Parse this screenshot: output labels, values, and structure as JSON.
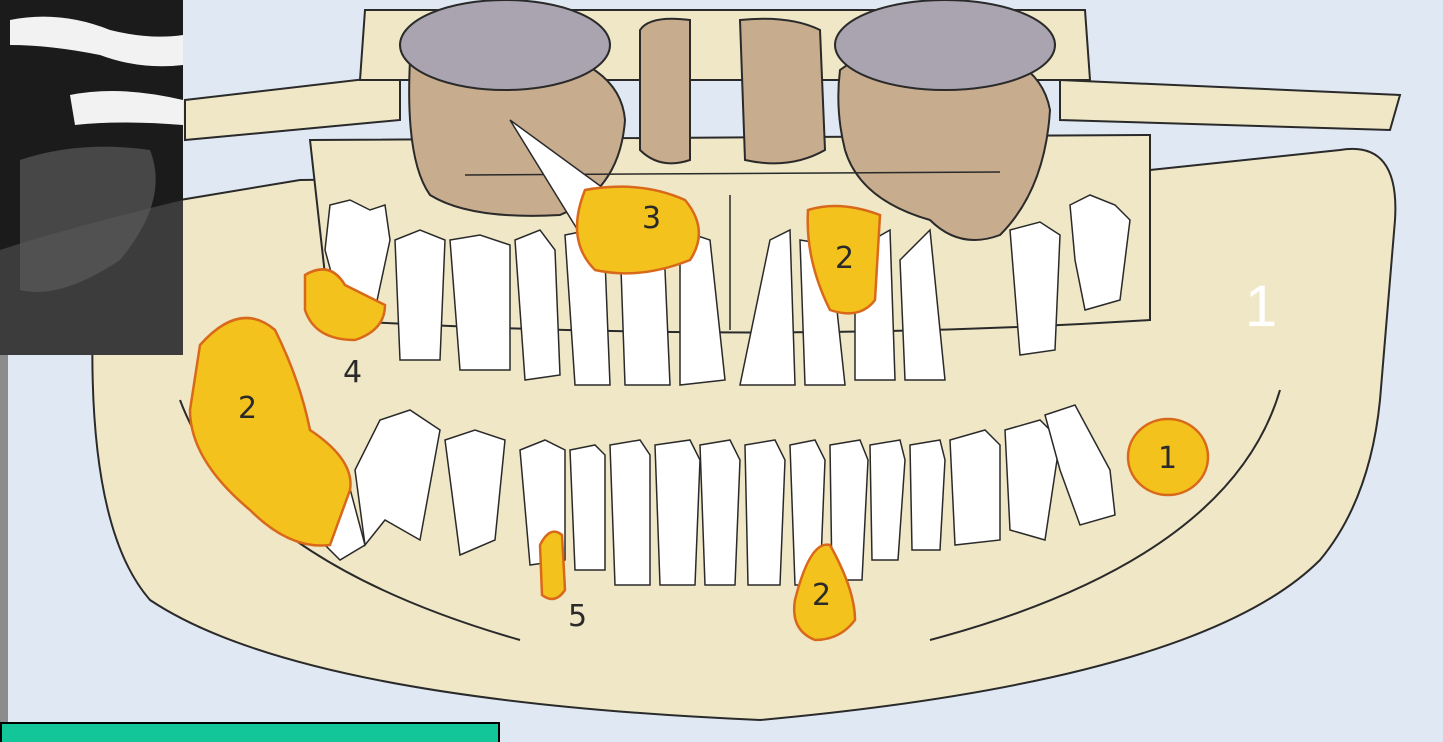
{
  "slide_number": "1",
  "colors": {
    "background": "#dfe8f3",
    "bone": "#efe7c6",
    "sinus": "#c7ac8e",
    "orbit": "#a9a4b0",
    "lesion_fill": "#f4c21c",
    "lesion_border": "#d9691a",
    "tooth": "#ffffff",
    "outline": "#2a2a2a",
    "bar": "#12c69a"
  },
  "markers": [
    {
      "label": "1"
    },
    {
      "label": "2"
    },
    {
      "label": "2"
    },
    {
      "label": "2"
    },
    {
      "label": "3"
    },
    {
      "label": "4"
    },
    {
      "label": "5"
    }
  ]
}
